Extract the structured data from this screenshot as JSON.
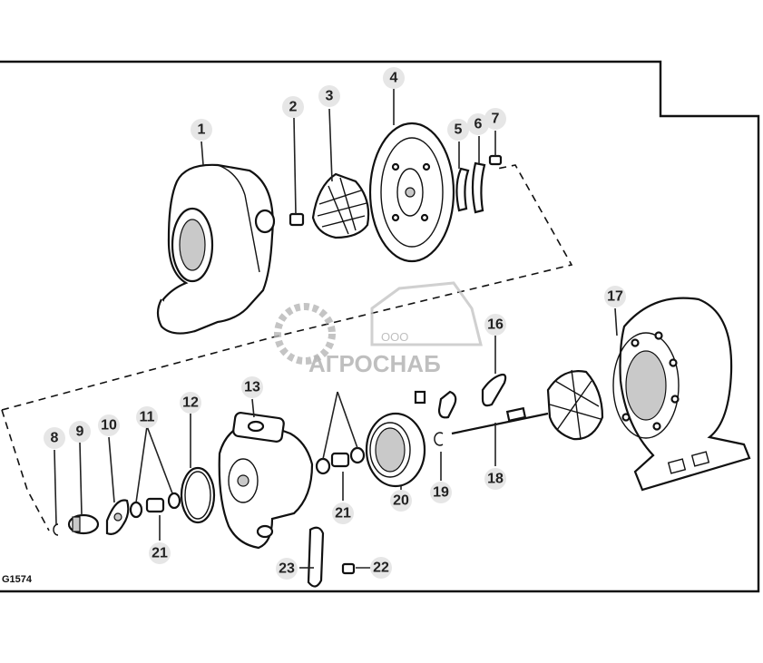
{
  "figure_code": "G1574",
  "watermark": {
    "company_prefix": "ООО",
    "company_name": "АГРОСНАБ"
  },
  "callouts": [
    {
      "id": "c1",
      "label": "1"
    },
    {
      "id": "c2",
      "label": "2"
    },
    {
      "id": "c3",
      "label": "3"
    },
    {
      "id": "c4",
      "label": "4"
    },
    {
      "id": "c5",
      "label": "5"
    },
    {
      "id": "c6",
      "label": "6"
    },
    {
      "id": "c7",
      "label": "7"
    },
    {
      "id": "c8",
      "label": "8"
    },
    {
      "id": "c9",
      "label": "9"
    },
    {
      "id": "c10",
      "label": "10"
    },
    {
      "id": "c11",
      "label": "11"
    },
    {
      "id": "c12",
      "label": "12"
    },
    {
      "id": "c13",
      "label": "13"
    },
    {
      "id": "c16",
      "label": "16"
    },
    {
      "id": "c17",
      "label": "17"
    },
    {
      "id": "c18",
      "label": "18"
    },
    {
      "id": "c19",
      "label": "19"
    },
    {
      "id": "c20",
      "label": "20"
    },
    {
      "id": "c21a",
      "label": "21"
    },
    {
      "id": "c21b",
      "label": "21"
    },
    {
      "id": "c22",
      "label": "22"
    },
    {
      "id": "c23",
      "label": "23"
    }
  ]
}
